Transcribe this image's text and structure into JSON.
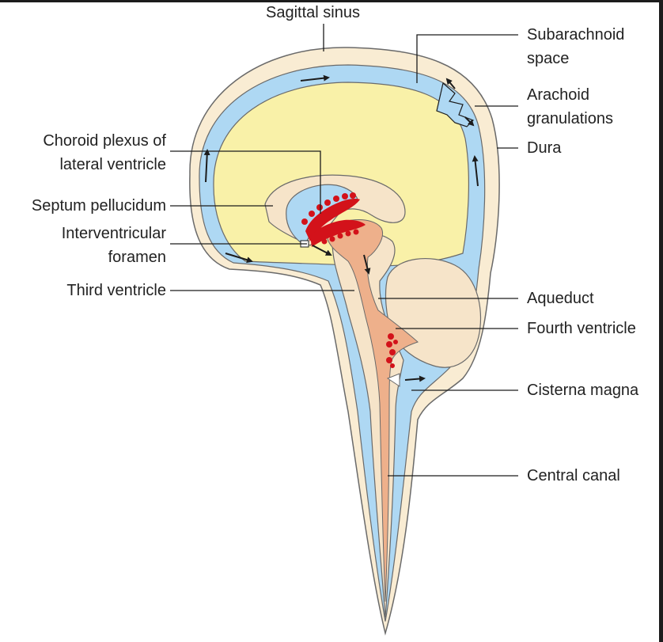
{
  "colors": {
    "frame": "#1c1c1c",
    "bone": "#f9ecd3",
    "csf": "#aed8f3",
    "brain": "#f9f1a8",
    "tissue": "#f6e4c9",
    "ventricle": "#eeb08b",
    "plexus": "#d3121a",
    "outline": "#6a6a6a",
    "label_text": "#222222"
  },
  "labels": {
    "sagittal_sinus": "Sagittal sinus",
    "subarachnoid_space": [
      "Subarachnoid",
      "space"
    ],
    "arachoid_granulations": [
      "Arachoid",
      "granulations"
    ],
    "dura": "Dura",
    "choroid_plexus": [
      "Choroid plexus of",
      "lateral ventricle"
    ],
    "septum_pellucidum": "Septum pellucidum",
    "interventricular_foramen": [
      "Interventricular",
      "foramen"
    ],
    "third_ventricle": "Third ventricle",
    "aqueduct": "Aqueduct",
    "fourth_ventricle": "Fourth ventricle",
    "cisterna_magna": "Cisterna magna",
    "central_canal": "Central canal"
  }
}
